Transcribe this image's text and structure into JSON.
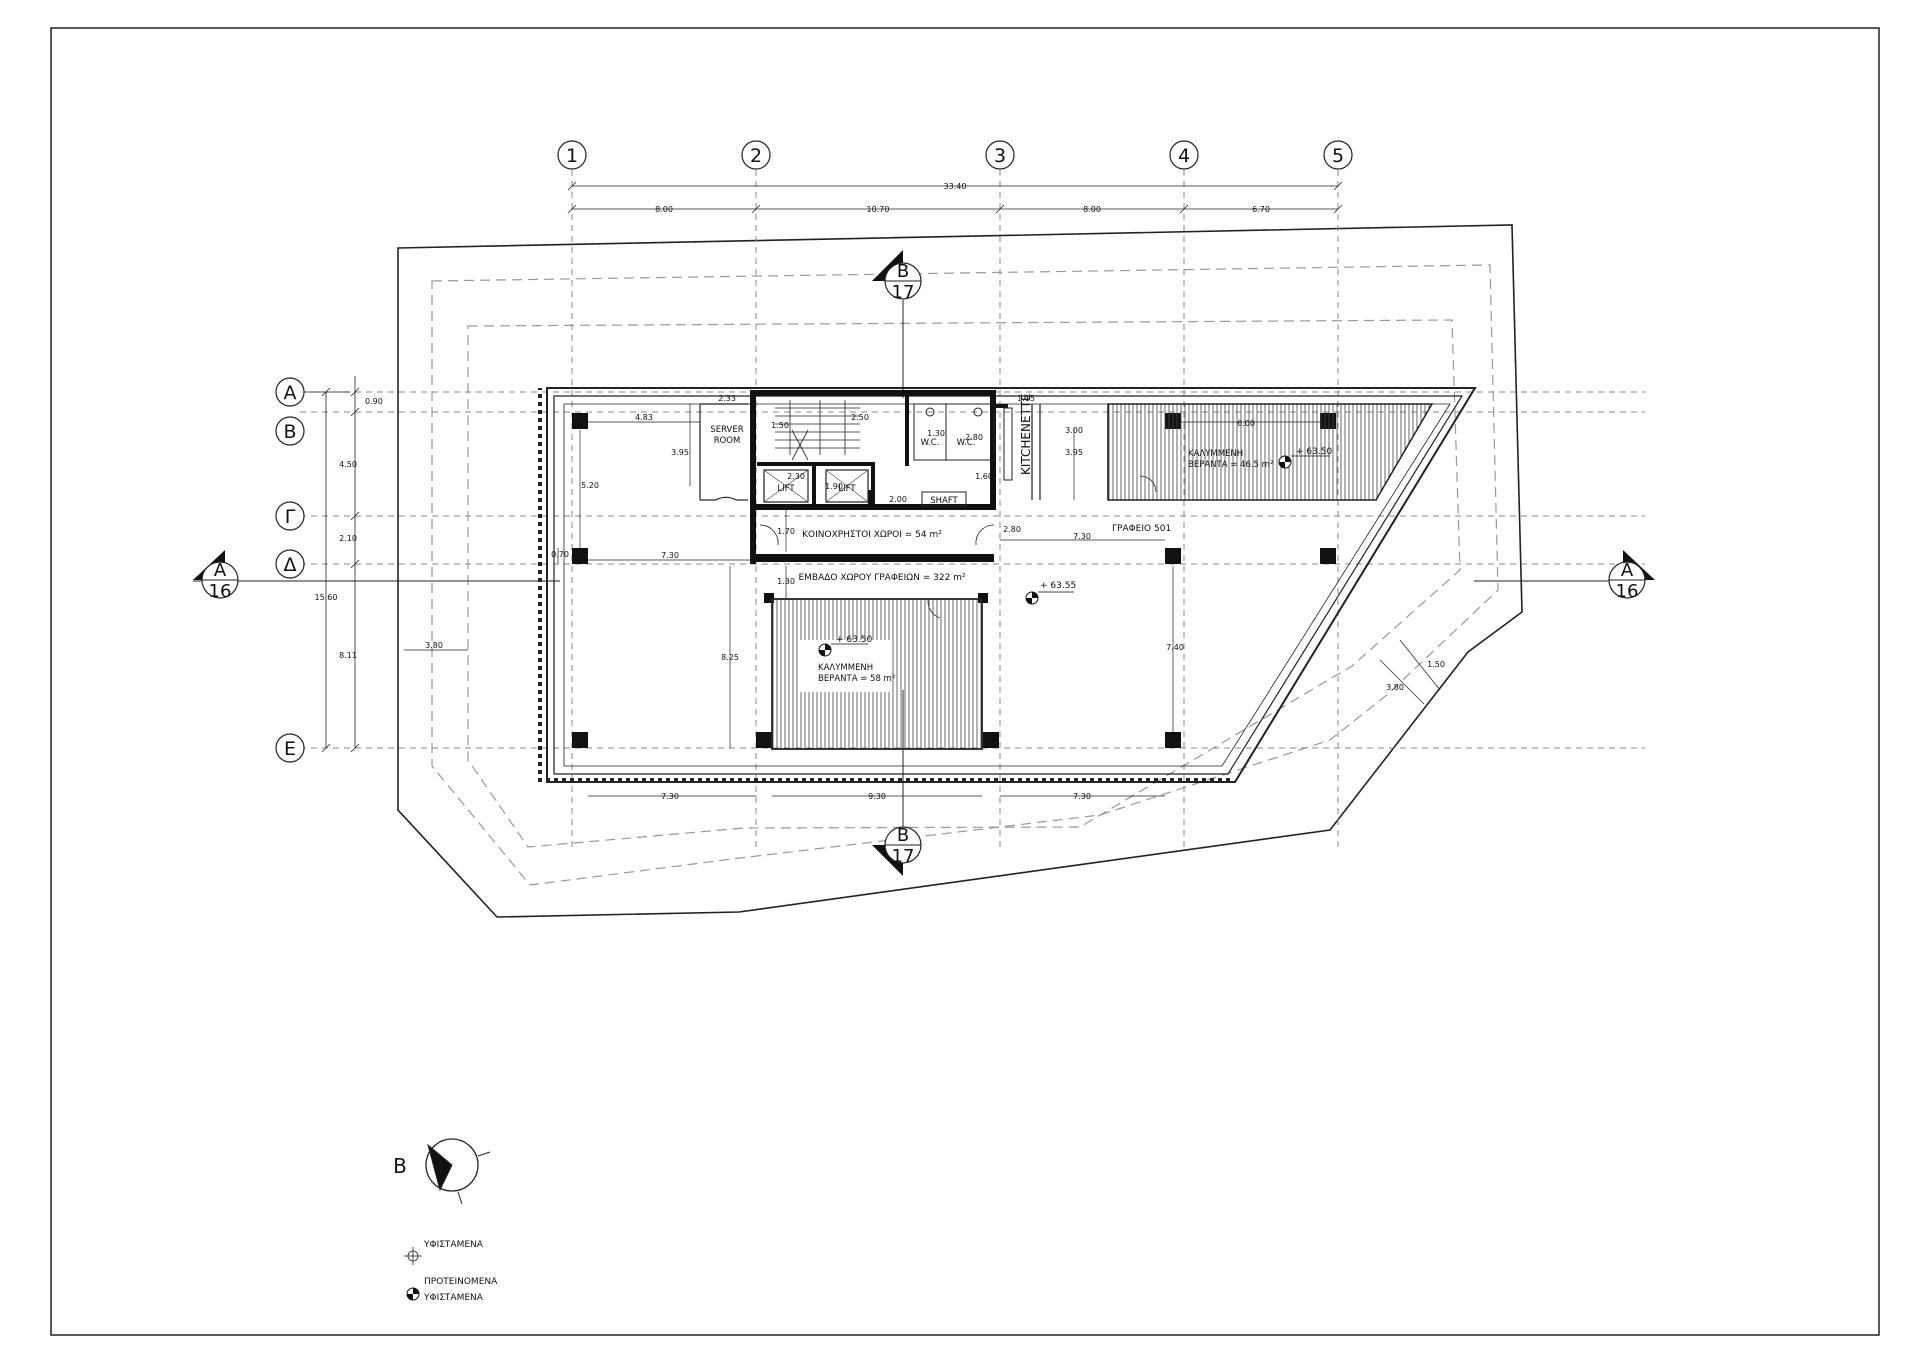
{
  "grid": {
    "columns": [
      "1",
      "2",
      "3",
      "4",
      "5"
    ],
    "rows": [
      "Α",
      "Β",
      "Γ",
      "Δ",
      "Ε"
    ],
    "overall_width": "33.40",
    "column_spacings": [
      "8.00",
      "10.70",
      "8.00",
      "6.70"
    ],
    "row_spacings": [
      "0.90",
      "4.50",
      "2.10",
      "8.11"
    ],
    "overall_depth": "15.60"
  },
  "section_marks": {
    "cross_section": {
      "letter": "Α",
      "sheet": "16"
    },
    "long_section": {
      "letter": "Β",
      "sheet": "17"
    }
  },
  "rooms": {
    "server_room": [
      "SERVER",
      "ROOM"
    ],
    "kitchenette": "KITCHENETTE",
    "wc_1": "W.C.",
    "wc_2": "W.C.",
    "lift_1": "LIFT",
    "lift_2": "LIFT",
    "shaft": "SHAFT",
    "common_areas": "ΚΟΙΝΟΧΡΗΣΤΟΙ ΧΩΡΟΙ = 54 m²",
    "office_area": "ΕΜΒΑΔΟ ΧΩΡΟΥ ΓΡΑΦΕΙΩΝ = 322 m²",
    "office_501": "ΓΡΑΦΕΙΟ 501",
    "veranda_east": [
      "ΚΑΛΥΜΜΕΝΗ",
      "ΒΕΡΑΝΤΑ  = 46.5 m²"
    ],
    "veranda_center": [
      "ΚΑΛΥΜΜΕΝΗ",
      "ΒΕΡΑΝΤΑ = 58 m²"
    ]
  },
  "levels": {
    "veranda_east": "+ 63.50",
    "office": "+ 63.55",
    "veranda_center": "+ 63.50"
  },
  "dimensions": {
    "d_233": "2.33",
    "d_115": "1.15",
    "d_483": "4.83",
    "d_395a": "3.95",
    "d_520": "5.20",
    "d_070": "0.70",
    "d_730a": "7.30",
    "d_130a": "1.30",
    "d_170": "1.70",
    "d_280": "2.80",
    "d_730b": "7.30",
    "d_825": "8.25",
    "d_740": "7.40",
    "d_600": "6.00",
    "d_300": "3.00",
    "d_395b": "3.95",
    "d_380a": "3.80",
    "d_380b": "3.80",
    "d_150": "1.50",
    "d_730c": "7.30",
    "d_930": "9.30",
    "d_730d": "7.30",
    "d_150b": "1.50",
    "d_200": "2.00",
    "d_280b": "2.80",
    "d_130b": "1.30",
    "d_160": "1.60",
    "d_250": "2.50",
    "d_190": "1.90",
    "d_230": "2.30"
  },
  "north": {
    "letter": "Β"
  },
  "legend": {
    "existing": "ΥΦΙΣΤΑΜΕΝΑ",
    "proposed_line1": "ΠΡΟΤΕΙΝΟΜΕΝΑ",
    "proposed_line2": "ΥΦΙΣΤΑΜΕΝΑ"
  }
}
